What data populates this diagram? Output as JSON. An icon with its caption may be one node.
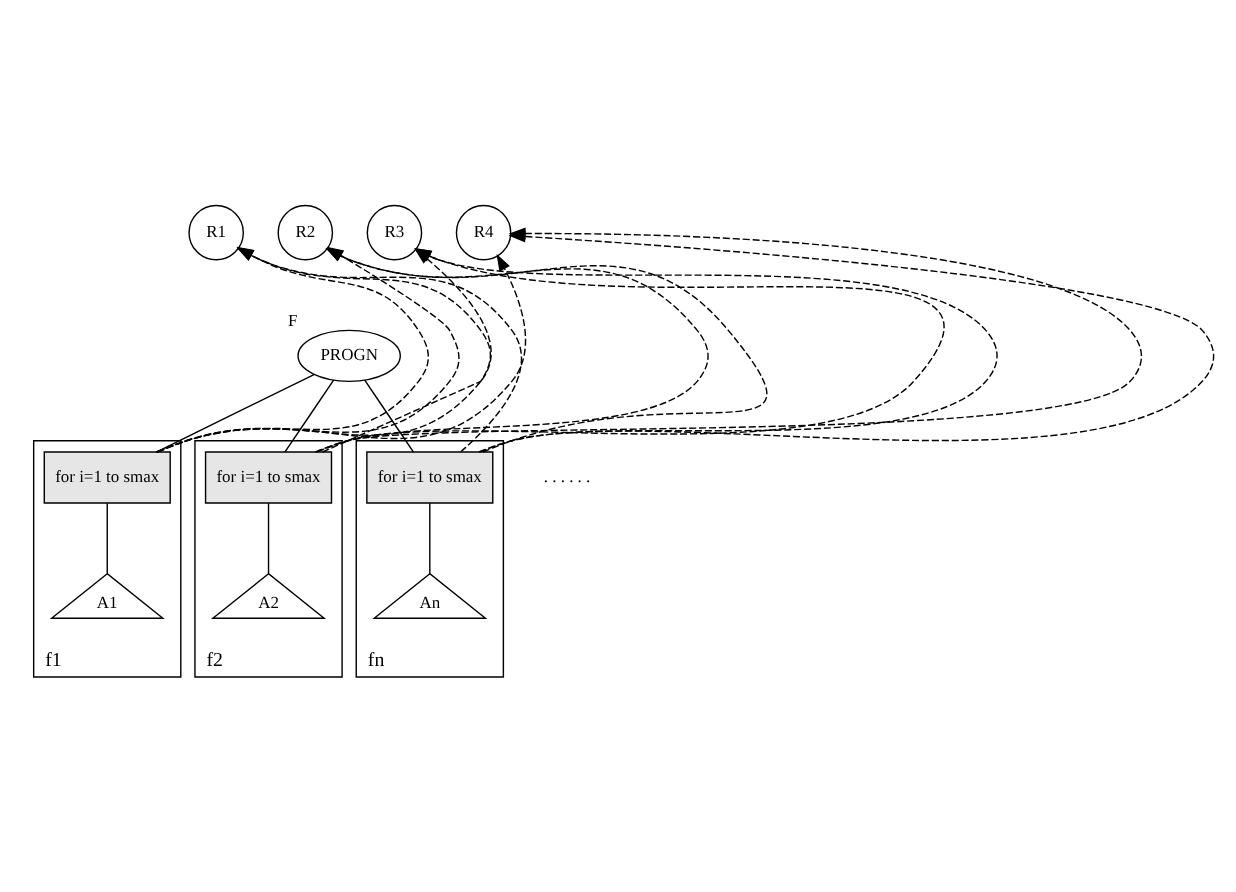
{
  "diagram": {
    "nodes": [
      {
        "text": [
          "R1"
        ]
      },
      {
        "text": [
          "R2"
        ]
      },
      {
        "text": [
          "R3"
        ]
      },
      {
        "text": [
          "R4"
        ]
      },
      {
        "text": [
          "PROGN"
        ],
        "beside": [
          "F"
        ]
      },
      {
        "text": [
          "f1"
        ]
      },
      {
        "text": [
          "for i=1 to smax"
        ],
        "in": 5
      },
      {
        "text": [
          "A1"
        ],
        "in": 5
      },
      {
        "text": [
          "f2"
        ]
      },
      {
        "text": [
          "for i=1 to smax"
        ],
        "in": 8
      },
      {
        "text": [
          "A2"
        ],
        "in": 8
      },
      {
        "text": [
          "fn"
        ]
      },
      {
        "text": [
          "for i=1 to smax"
        ],
        "in": 11
      },
      {
        "text": [
          "An"
        ],
        "in": 11
      }
    ],
    "edges": [
      {
        "from": 4,
        "to": 6,
        "arrow": "none"
      },
      {
        "from": 4,
        "to": 9,
        "arrow": "none"
      },
      {
        "from": 4,
        "to": 12,
        "arrow": "none"
      },
      {
        "from": 6,
        "to": 7,
        "arrow": "none"
      },
      {
        "from": 9,
        "to": 10,
        "arrow": "none"
      },
      {
        "from": 12,
        "to": 13,
        "arrow": "none"
      },
      {
        "from": 6,
        "to": 0,
        "arrow": "to",
        "style": "dashed"
      },
      {
        "from": 6,
        "to": 1,
        "arrow": "to",
        "style": "dashed"
      },
      {
        "from": 6,
        "to": 2,
        "arrow": "to",
        "style": "dashed"
      },
      {
        "from": 6,
        "to": 3,
        "arrow": "to",
        "style": "dashed"
      },
      {
        "from": 9,
        "to": 0,
        "arrow": "to",
        "style": "dashed"
      },
      {
        "from": 9,
        "to": 1,
        "arrow": "to",
        "style": "dashed"
      },
      {
        "from": 9,
        "to": 2,
        "arrow": "to",
        "style": "dashed"
      },
      {
        "from": 9,
        "to": 3,
        "arrow": "to",
        "style": "dashed"
      },
      {
        "from": 12,
        "to": 0,
        "arrow": "to",
        "style": "dashed"
      },
      {
        "from": 12,
        "to": 1,
        "arrow": "to",
        "style": "dashed"
      },
      {
        "from": 12,
        "to": 2,
        "arrow": "to",
        "style": "dashed"
      },
      {
        "from": 12,
        "to": 3,
        "arrow": "to",
        "style": "dashed"
      }
    ],
    "labels": [
      ". . . . . ."
    ]
  }
}
